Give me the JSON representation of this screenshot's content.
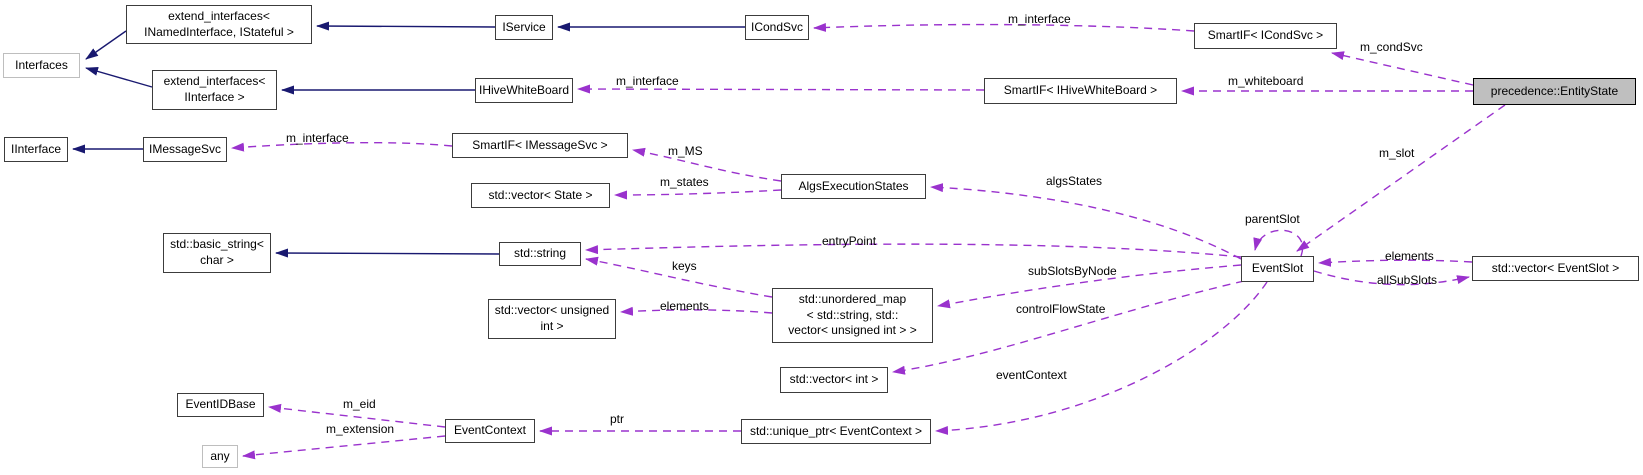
{
  "diagram": {
    "type": "doxygen-collaboration-graph",
    "colors": {
      "inheritance_edge": "#191970",
      "usage_edge": "#9a32cd",
      "current_node_fill": "#bfbfbf",
      "node_border": "#3c3c3c",
      "external_node_border": "#bebebe"
    },
    "nodes": {
      "interfaces": {
        "label": "Interfaces"
      },
      "extend_interfaces_inamed": {
        "label": "extend_interfaces<\nINamedInterface, IStateful >"
      },
      "extend_interfaces_iinterface": {
        "label": "extend_interfaces<\nIInterface >"
      },
      "iservice": {
        "label": "IService"
      },
      "icondsvc": {
        "label": "ICondSvc"
      },
      "smartif_icondsvc": {
        "label": "SmartIF< ICondSvc >"
      },
      "entity_state": {
        "label": "precedence::EntityState"
      },
      "ihivewhiteboard": {
        "label": "IHiveWhiteBoard"
      },
      "smartif_ihivewhiteboard": {
        "label": "SmartIF< IHiveWhiteBoard >"
      },
      "iinterface": {
        "label": "IInterface"
      },
      "imessagesvc": {
        "label": "IMessageSvc"
      },
      "smartif_imessagesvc": {
        "label": "SmartIF< IMessageSvc >"
      },
      "vector_state": {
        "label": "std::vector< State >"
      },
      "algs_execution_states": {
        "label": "AlgsExecutionStates"
      },
      "basic_string": {
        "label": "std::basic_string<\nchar >"
      },
      "std_string": {
        "label": "std::string"
      },
      "vector_unsigned_int": {
        "label": "std::vector< unsigned\nint >"
      },
      "unordered_map": {
        "label": "std::unordered_map\n< std::string, std::\nvector< unsigned int > >"
      },
      "event_slot": {
        "label": "EventSlot"
      },
      "vector_eventslot": {
        "label": "std::vector< EventSlot >"
      },
      "vector_int": {
        "label": "std::vector< int >"
      },
      "unique_ptr_eventcontext": {
        "label": "std::unique_ptr< EventContext >"
      },
      "event_context": {
        "label": "EventContext"
      },
      "eventidbase": {
        "label": "EventIDBase"
      },
      "any": {
        "label": "any"
      }
    },
    "edge_labels": {
      "m_interface_cond": "m_interface",
      "m_condsvc": "m_condSvc",
      "m_whiteboard": "m_whiteboard",
      "m_interface_hive": "m_interface",
      "m_interface_msg": "m_interface",
      "m_ms": "m_MS",
      "m_states": "m_states",
      "algs_states": "algsStates",
      "m_slot": "m_slot",
      "parent_slot": "parentSlot",
      "elements_slot": "elements",
      "all_sub_slots": "allSubSlots",
      "entry_point": "entryPoint",
      "keys": "keys",
      "elements_map": "elements",
      "sub_slots_by_node": "subSlotsByNode",
      "control_flow_state": "controlFlowState",
      "event_context": "eventContext",
      "ptr": "ptr",
      "m_eid": "m_eid",
      "m_extension": "m_extension"
    }
  }
}
